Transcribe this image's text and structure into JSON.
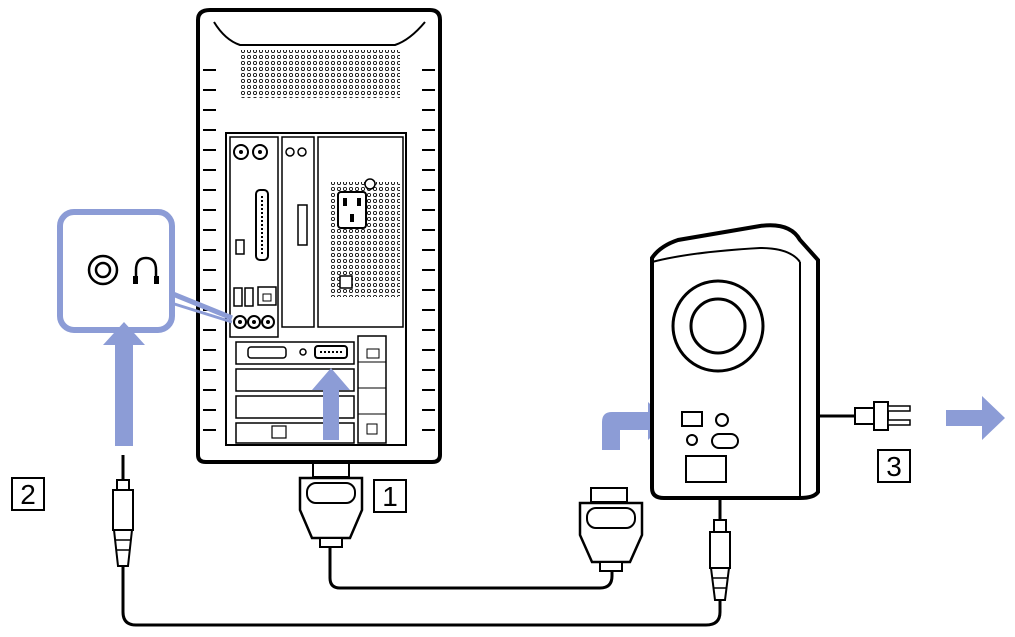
{
  "steps": [
    {
      "number": "1"
    },
    {
      "number": "2"
    },
    {
      "number": "3"
    }
  ],
  "colors": {
    "arrow": "#8c9cd6",
    "callout": "#8c9cd6",
    "outline": "#000000",
    "case_body": "#ffffff"
  },
  "icons": [
    "headphone-icon",
    "audio-jack-icon",
    "power-socket-icon",
    "lan-port-icon",
    "monitor-port-icon"
  ]
}
